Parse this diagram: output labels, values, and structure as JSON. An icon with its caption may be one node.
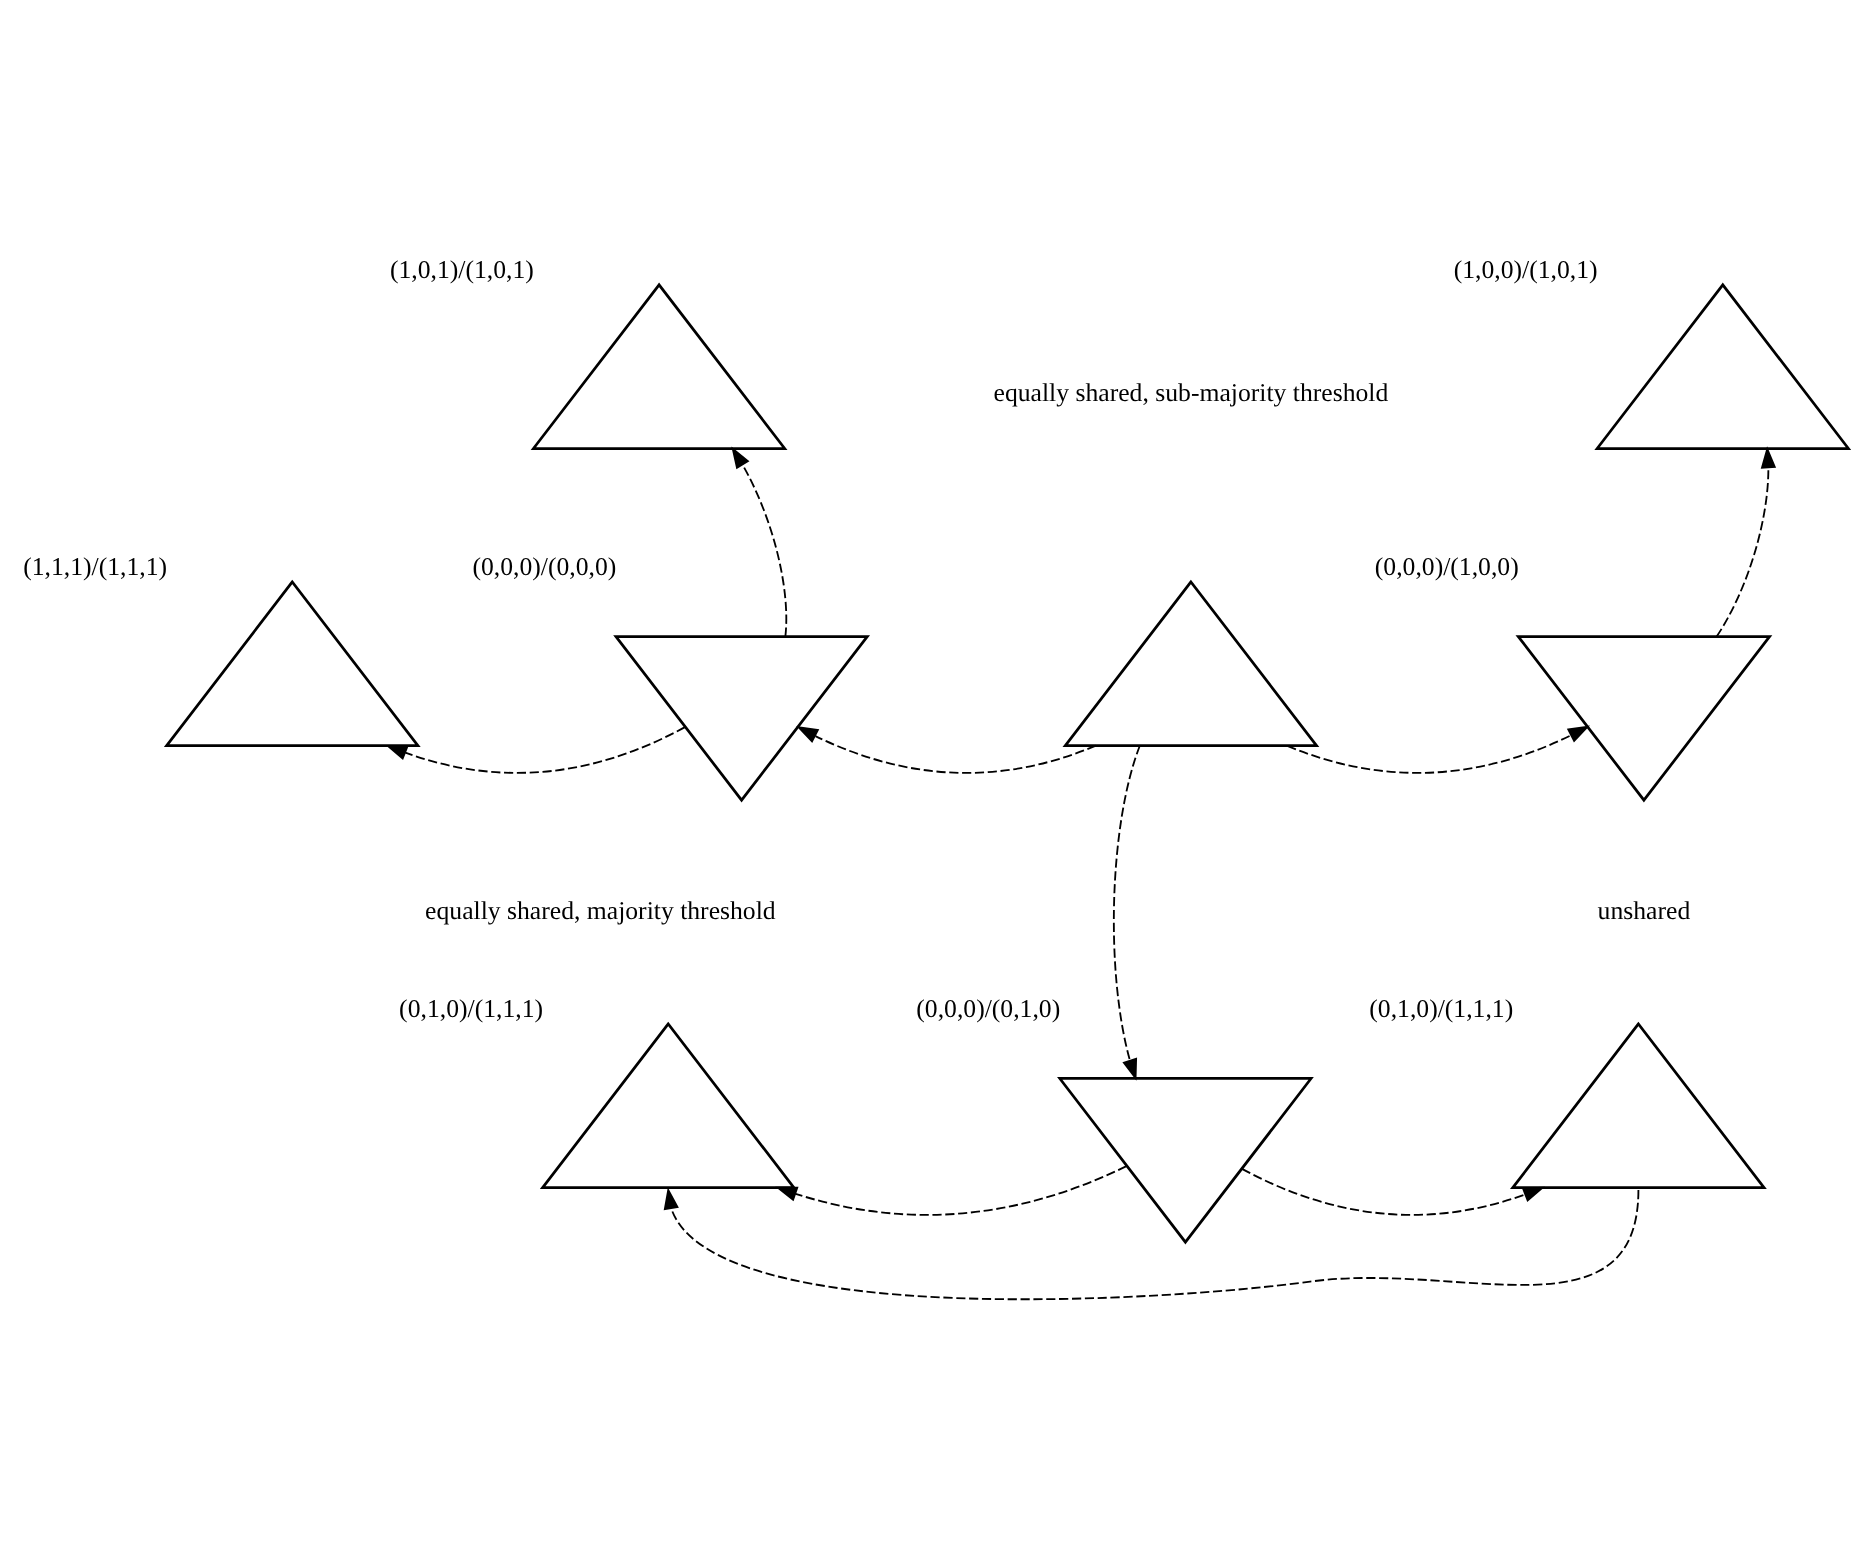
{
  "diagram": {
    "nodes": [
      {
        "text": [],
        "shape": "triangle",
        "beside": [
          "(1,0,1)/(1,0,1)"
        ]
      },
      {
        "text": [],
        "shape": "triangle",
        "beside": [
          "(1,0,0)/(1,0,1)"
        ]
      },
      {
        "text": [],
        "shape": "triangle",
        "beside": [
          "(1,1,1)/(1,1,1)"
        ]
      },
      {
        "text": [],
        "shape": "triangle",
        "beside": [
          "(0,0,0)/(0,0,0)"
        ]
      },
      {
        "text": [],
        "shape": "triangle"
      },
      {
        "text": [],
        "shape": "triangle",
        "beside": [
          "(0,0,0)/(1,0,0)"
        ]
      },
      {
        "text": [],
        "shape": "triangle",
        "beside": [
          "(0,1,0)/(1,1,1)"
        ]
      },
      {
        "text": [],
        "shape": "triangle",
        "beside": [
          "(0,0,0)/(0,1,0)"
        ]
      },
      {
        "text": [],
        "shape": "triangle",
        "beside": [
          "(0,1,0)/(1,1,1)"
        ]
      }
    ],
    "edges": [
      {
        "from": 4,
        "to": 3,
        "arrow": "to",
        "style": "dashed"
      },
      {
        "from": 4,
        "to": 5,
        "arrow": "to",
        "style": "dashed"
      },
      {
        "from": 4,
        "to": 7,
        "arrow": "to",
        "style": "dashed"
      },
      {
        "from": 3,
        "to": 2,
        "arrow": "to",
        "style": "dashed"
      },
      {
        "from": 3,
        "to": 0,
        "arrow": "to",
        "style": "dashed"
      },
      {
        "from": 5,
        "to": 1,
        "arrow": "to",
        "style": "dashed"
      },
      {
        "from": 7,
        "to": 6,
        "arrow": "to",
        "style": "dashed"
      },
      {
        "from": 7,
        "to": 8,
        "arrow": "to",
        "style": "dashed"
      },
      {
        "from": 8,
        "to": 6,
        "arrow": "to",
        "style": "dashed"
      }
    ],
    "labels": [
      "equally shared, sub-majority threshold",
      "equally shared, majority threshold",
      "unshared"
    ]
  }
}
